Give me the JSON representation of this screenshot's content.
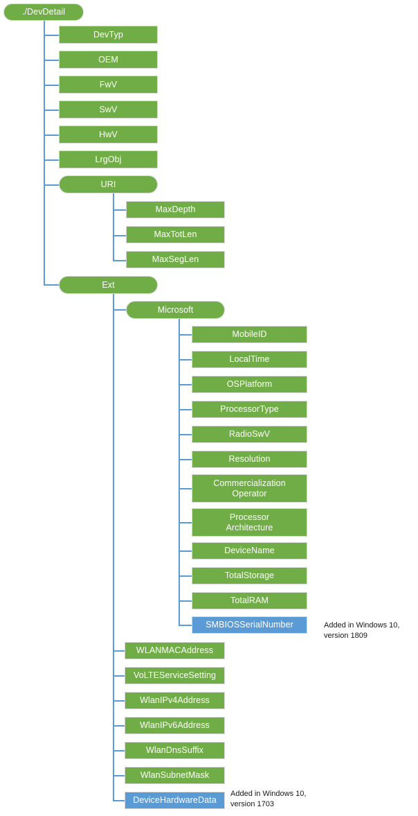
{
  "diagram": {
    "title": "./DevDetail",
    "colors": {
      "node_green": "#70AD47",
      "node_blue": "#5B9BD5",
      "connector": "#5B9BD5",
      "node_border": "#d9d9d9",
      "node_text": "#ffffff",
      "annotation_text": "#171717",
      "background": "#ffffff"
    },
    "root": {
      "label": "./DevDetail",
      "shape": "pill",
      "color": "green"
    },
    "level1": [
      {
        "label": "DevTyp",
        "shape": "rect",
        "color": "green"
      },
      {
        "label": "OEM",
        "shape": "rect",
        "color": "green"
      },
      {
        "label": "FwV",
        "shape": "rect",
        "color": "green"
      },
      {
        "label": "SwV",
        "shape": "rect",
        "color": "green"
      },
      {
        "label": "HwV",
        "shape": "rect",
        "color": "green"
      },
      {
        "label": "LrgObj",
        "shape": "rect",
        "color": "green"
      },
      {
        "label": "URI",
        "shape": "pill",
        "color": "green"
      },
      {
        "label": "Ext",
        "shape": "pill",
        "color": "green"
      }
    ],
    "uri_children": [
      {
        "label": "MaxDepth",
        "shape": "rect",
        "color": "green"
      },
      {
        "label": "MaxTotLen",
        "shape": "rect",
        "color": "green"
      },
      {
        "label": "MaxSegLen",
        "shape": "rect",
        "color": "green"
      }
    ],
    "ext_children": [
      {
        "label": "Microsoft",
        "shape": "pill",
        "color": "green"
      },
      {
        "label": "WLANMACAddress",
        "shape": "rect",
        "color": "green"
      },
      {
        "label": "VoLTEServiceSetting",
        "shape": "rect",
        "color": "green"
      },
      {
        "label": "WlanIPv4Address",
        "shape": "rect",
        "color": "green"
      },
      {
        "label": "WlanIPv6Address",
        "shape": "rect",
        "color": "green"
      },
      {
        "label": "WlanDnsSuffix",
        "shape": "rect",
        "color": "green"
      },
      {
        "label": "WlanSubnetMask",
        "shape": "rect",
        "color": "green"
      },
      {
        "label": "DeviceHardwareData",
        "shape": "rect",
        "color": "blue"
      }
    ],
    "microsoft_children": [
      {
        "label": "MobileID",
        "shape": "rect",
        "color": "green"
      },
      {
        "label": "LocalTime",
        "shape": "rect",
        "color": "green"
      },
      {
        "label": "OSPlatform",
        "shape": "rect",
        "color": "green"
      },
      {
        "label": "ProcessorType",
        "shape": "rect",
        "color": "green"
      },
      {
        "label": "RadioSwV",
        "shape": "rect",
        "color": "green"
      },
      {
        "label": "Resolution",
        "shape": "rect",
        "color": "green"
      },
      {
        "label": "Commercialization\nOperator",
        "shape": "rect",
        "color": "green"
      },
      {
        "label": "Processor\nArchitecture",
        "shape": "rect",
        "color": "green"
      },
      {
        "label": "DeviceName",
        "shape": "rect",
        "color": "green"
      },
      {
        "label": "TotalStorage",
        "shape": "rect",
        "color": "green"
      },
      {
        "label": "TotalRAM",
        "shape": "rect",
        "color": "green"
      },
      {
        "label": "SMBIOSSerialNumber",
        "shape": "rect",
        "color": "blue"
      }
    ],
    "annotations": [
      {
        "text": "Added in Windows 10,\nversion 1809",
        "for": "SMBIOSSerialNumber"
      },
      {
        "text": "Added in Windows 10,\nversion 1703",
        "for": "DeviceHardwareData"
      }
    ]
  }
}
